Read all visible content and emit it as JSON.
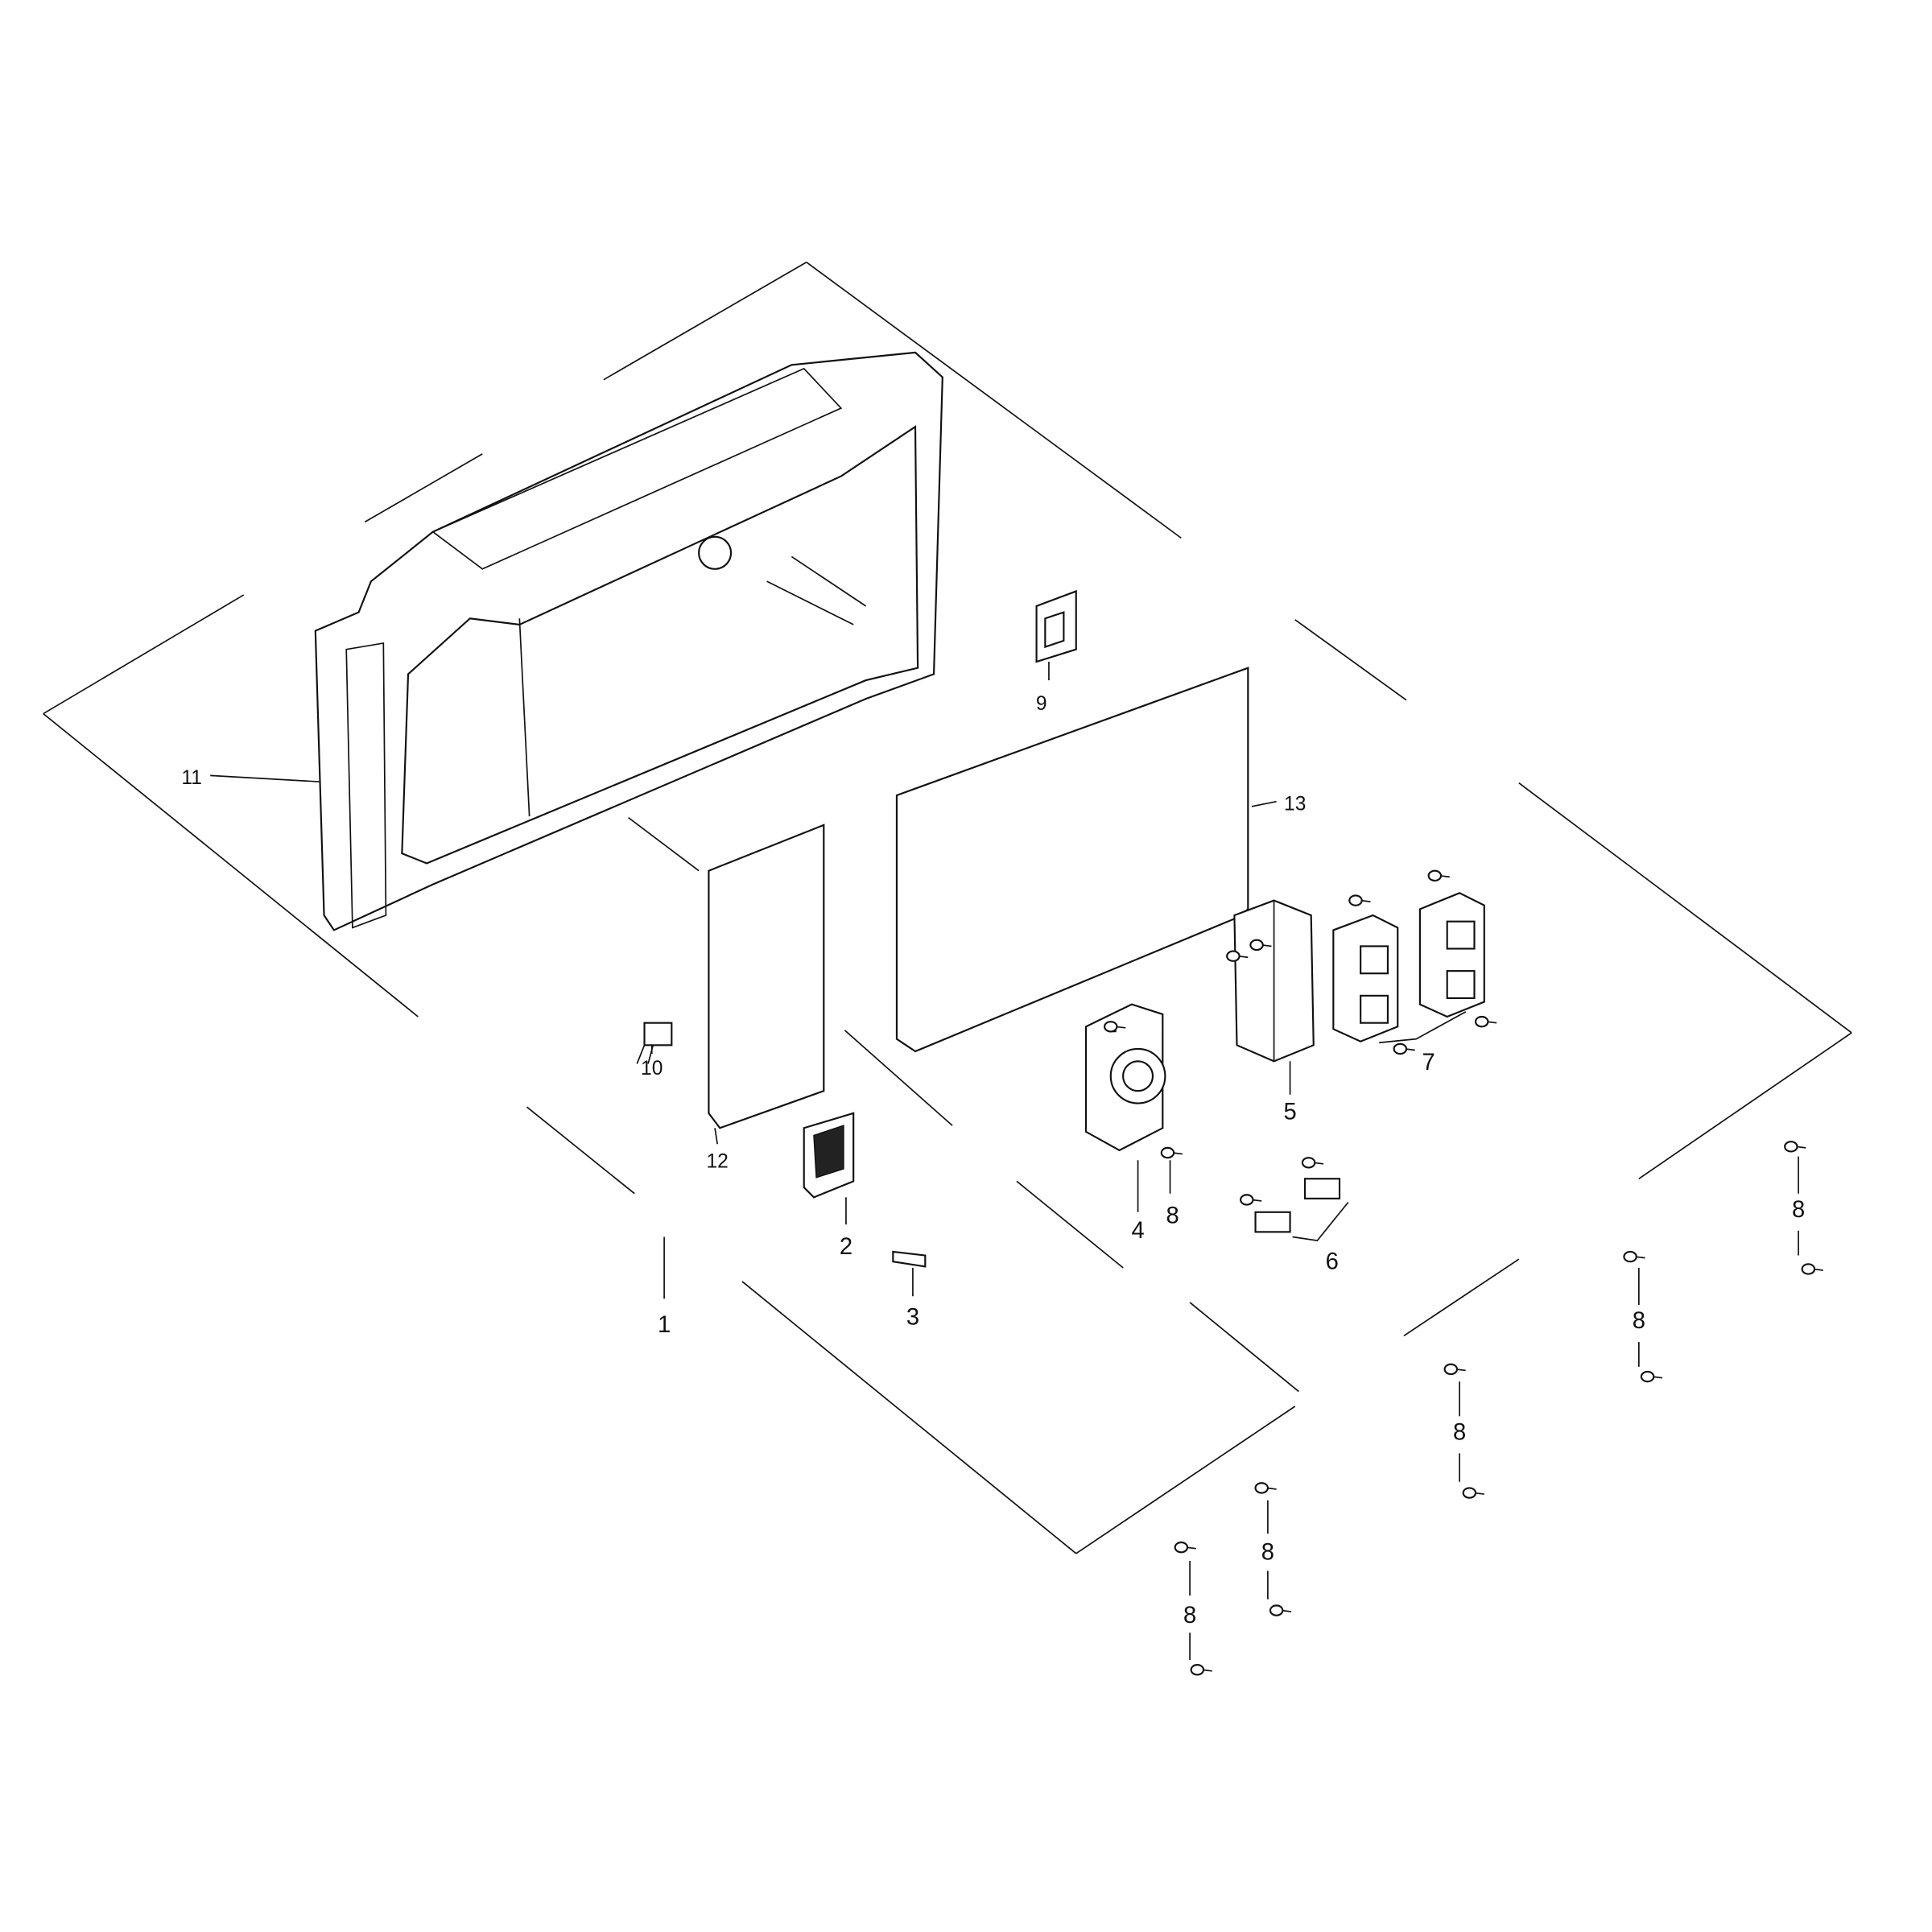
{
  "diagram": {
    "type": "exploded-parts-diagram",
    "callouts": {
      "p1": "1",
      "p2": "2",
      "p3": "3",
      "p4": "4",
      "p5": "5",
      "p6": "6",
      "p7": "7",
      "p8": "8",
      "p9": "9",
      "p10": "10",
      "p11": "11",
      "p12": "12",
      "p13": "13"
    }
  }
}
